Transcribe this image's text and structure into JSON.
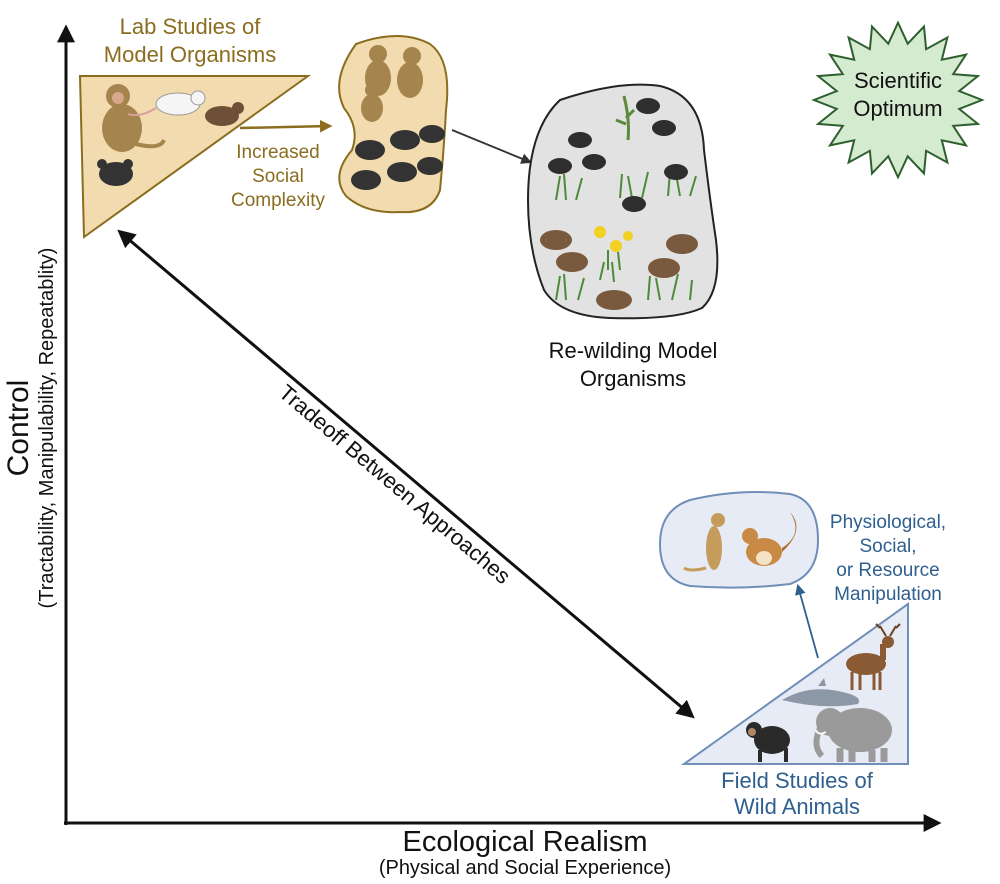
{
  "axes": {
    "y_title": "Control",
    "y_subtitle": "(Tractability, Manipulability, Repeatablity)",
    "x_title": "Ecological Realism",
    "x_subtitle": "(Physical and Social Experience)"
  },
  "lab": {
    "title_line1": "Lab Studies of",
    "title_line2": "Model Organisms",
    "arrow_label_line1": "Increased",
    "arrow_label_line2": "Social",
    "arrow_label_line3": "Complexity"
  },
  "rewild": {
    "label_line1": "Re-wilding Model",
    "label_line2": "Organisms"
  },
  "tradeoff": {
    "label": "Tradeoff Between Approaches"
  },
  "optimum": {
    "line1": "Scientific",
    "line2": "Optimum"
  },
  "field": {
    "title_line1": "Field Studies of",
    "title_line2": "Wild Animals",
    "manip_line1": "Physiological,",
    "manip_line2": "Social,",
    "manip_line3": "or Resource",
    "manip_line4": "Manipulation"
  },
  "colors": {
    "lab_fill": "#f2dbae",
    "lab_stroke": "#8a6d1e",
    "field_fill": "#e6ebf5",
    "field_stroke": "#6f8fb8",
    "rewild_fill": "#e2e2e2",
    "optimum_fill": "#d5ebcf",
    "optimum_stroke": "#2f5f2f",
    "axis": "#111111"
  },
  "icons": [
    "monkey-icon",
    "rat-icon",
    "mouse-icon",
    "vole-icon",
    "grass-icon",
    "dandelion-icon",
    "meerkat-icon",
    "squirrel-icon",
    "deer-icon",
    "dolphin-icon",
    "chimpanzee-icon",
    "elephant-icon"
  ]
}
